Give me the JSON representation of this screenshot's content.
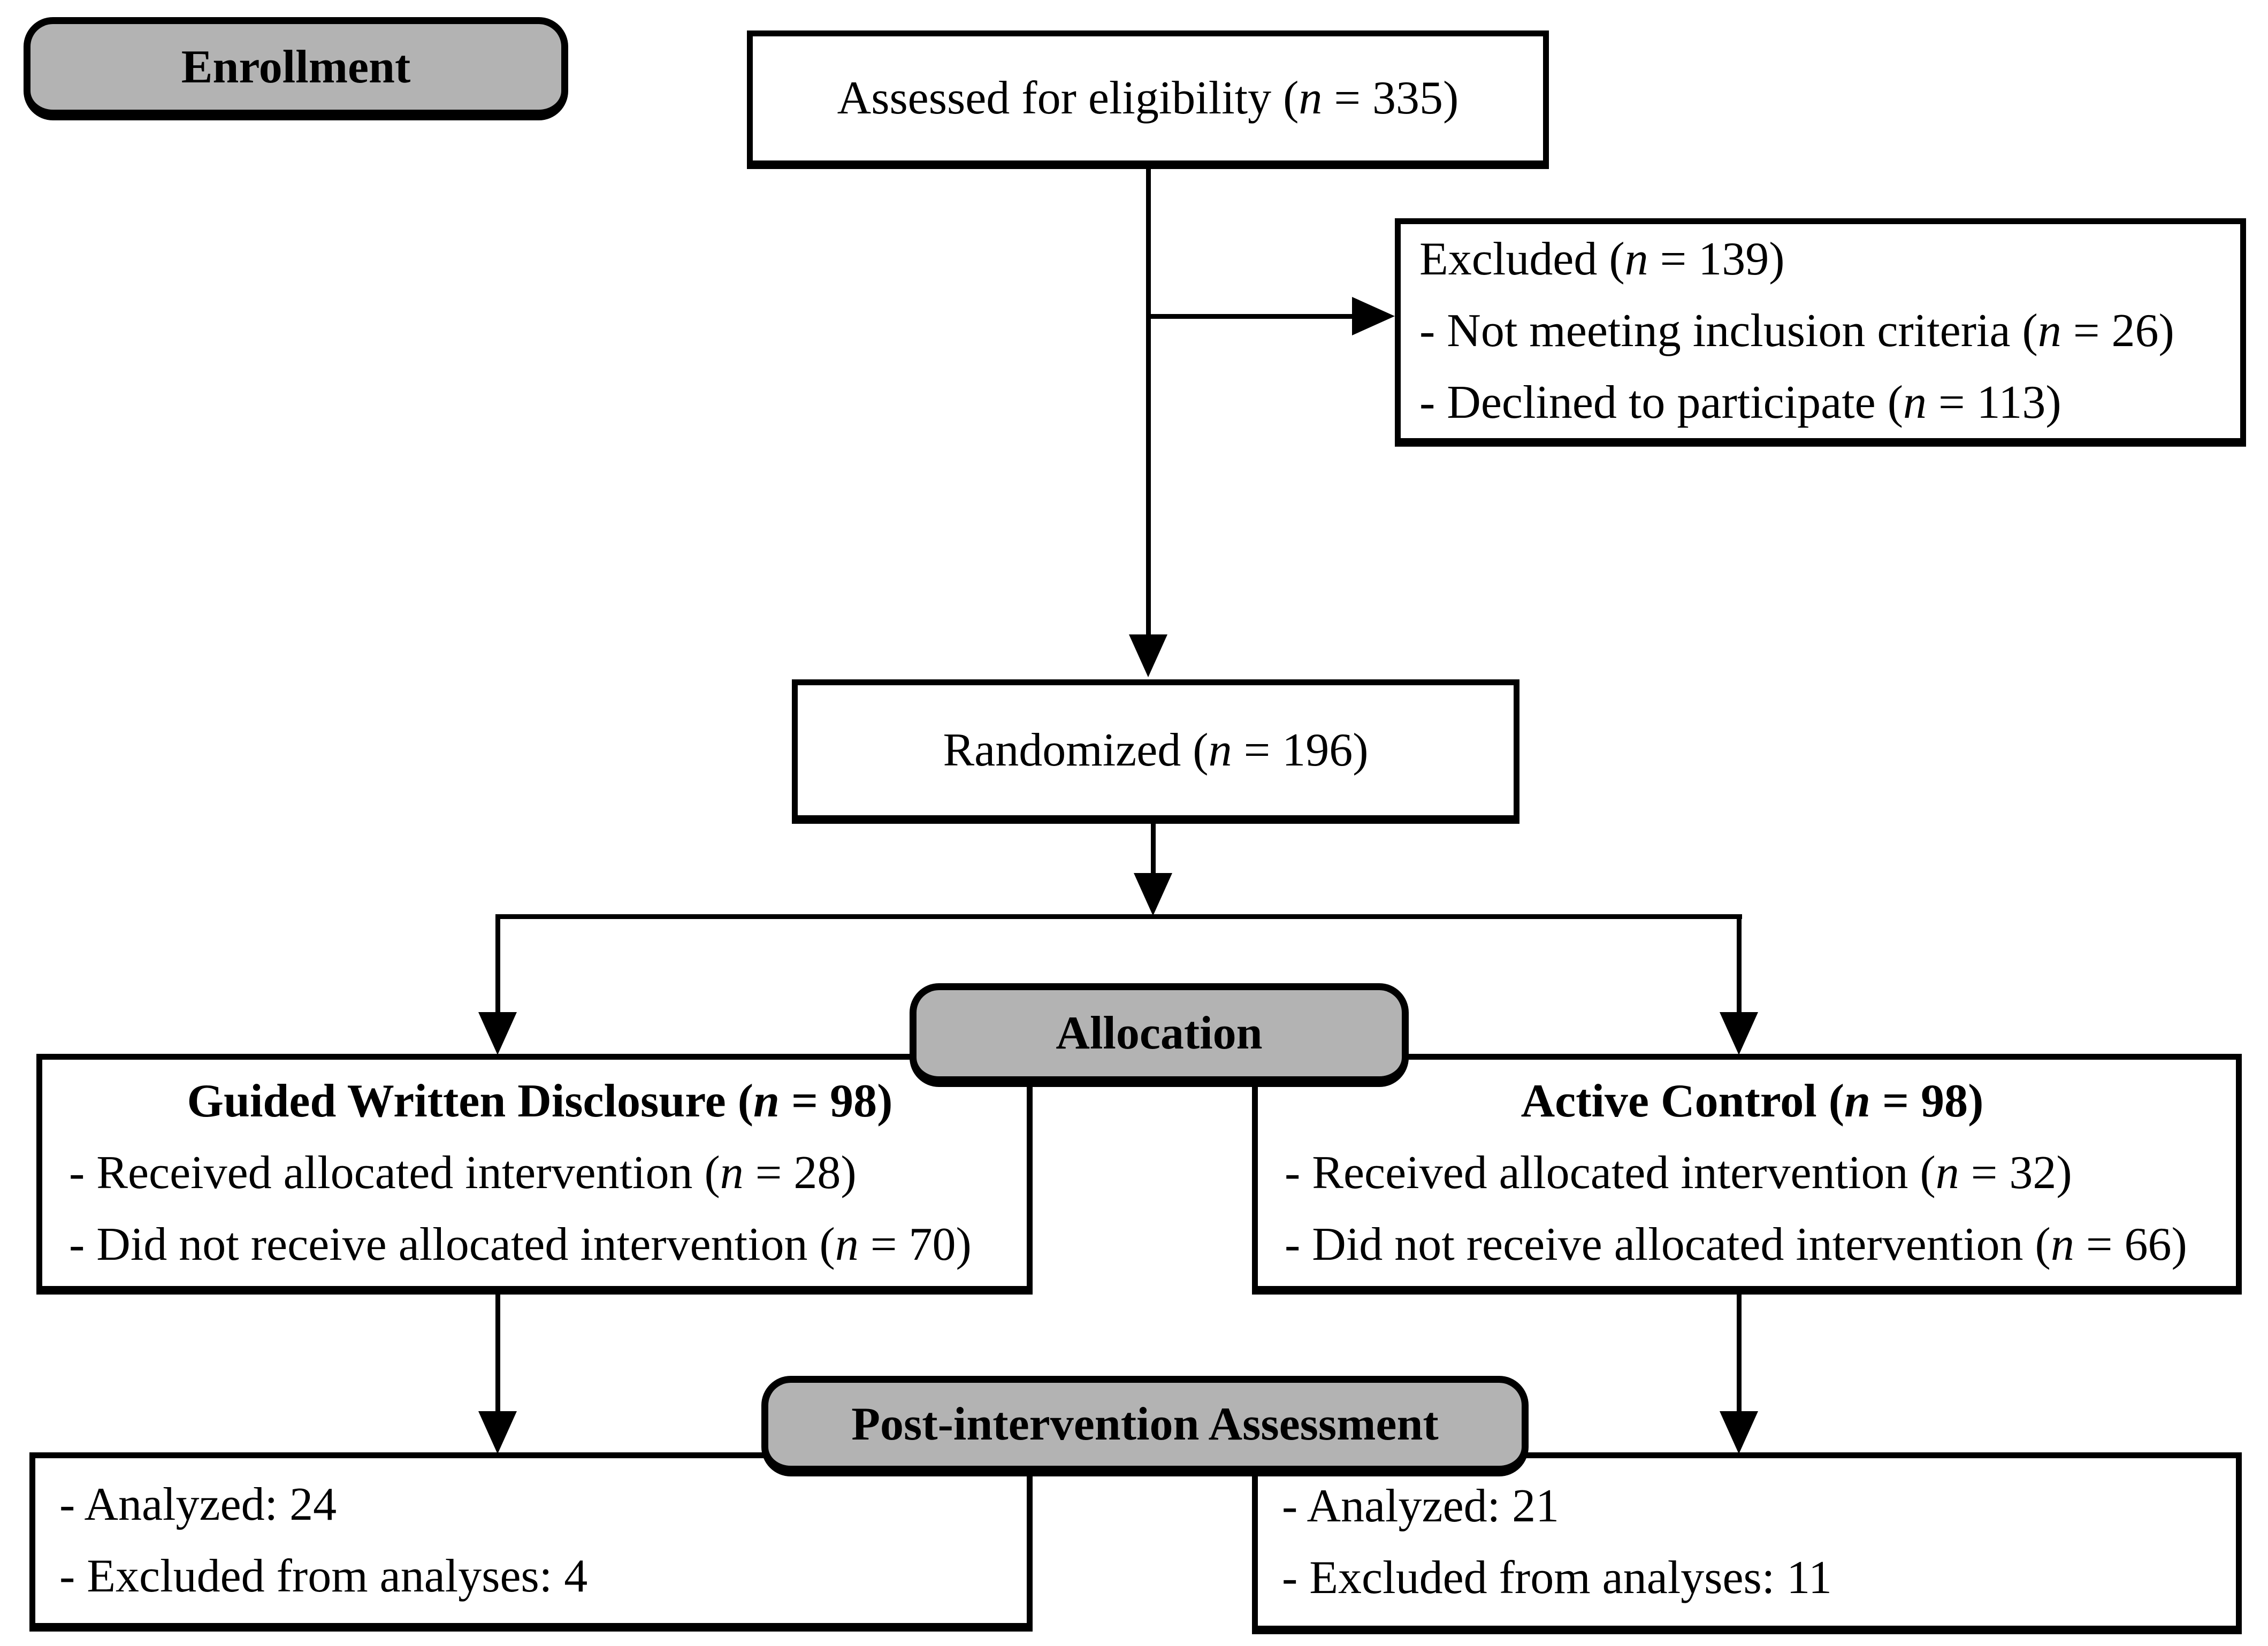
{
  "diagram": {
    "stages": {
      "enrollment": "Enrollment",
      "allocation": "Allocation",
      "post_intervention": "Post-intervention Assessment"
    },
    "assessed": {
      "text": "Assessed for eligibility (n = 335)"
    },
    "excluded": {
      "title": "Excluded (n = 139)",
      "items": [
        "- Not meeting inclusion criteria (n = 26)",
        "- Declined to participate (n = 113)"
      ]
    },
    "randomized": {
      "text": "Randomized (n = 196)"
    },
    "allocation_left": {
      "title": "Guided Written Disclosure (n = 98)",
      "items": [
        "- Received allocated intervention (n = 28)",
        "- Did not receive allocated intervention (n = 70)"
      ]
    },
    "allocation_right": {
      "title": "Active Control (n = 98)",
      "items": [
        "- Received allocated intervention (n = 32)",
        "- Did not receive allocated intervention (n = 66)"
      ]
    },
    "outcome_left": {
      "items": [
        "- Analyzed: 24",
        "- Excluded from analyses: 4"
      ]
    },
    "outcome_right": {
      "items": [
        "- Analyzed: 21",
        "- Excluded from analyses: 11"
      ]
    }
  },
  "colors": {
    "label-fill": "#b3b3b3",
    "box-fill": "#ffffff",
    "line": "#000000",
    "page-bg": "#ffffff"
  }
}
